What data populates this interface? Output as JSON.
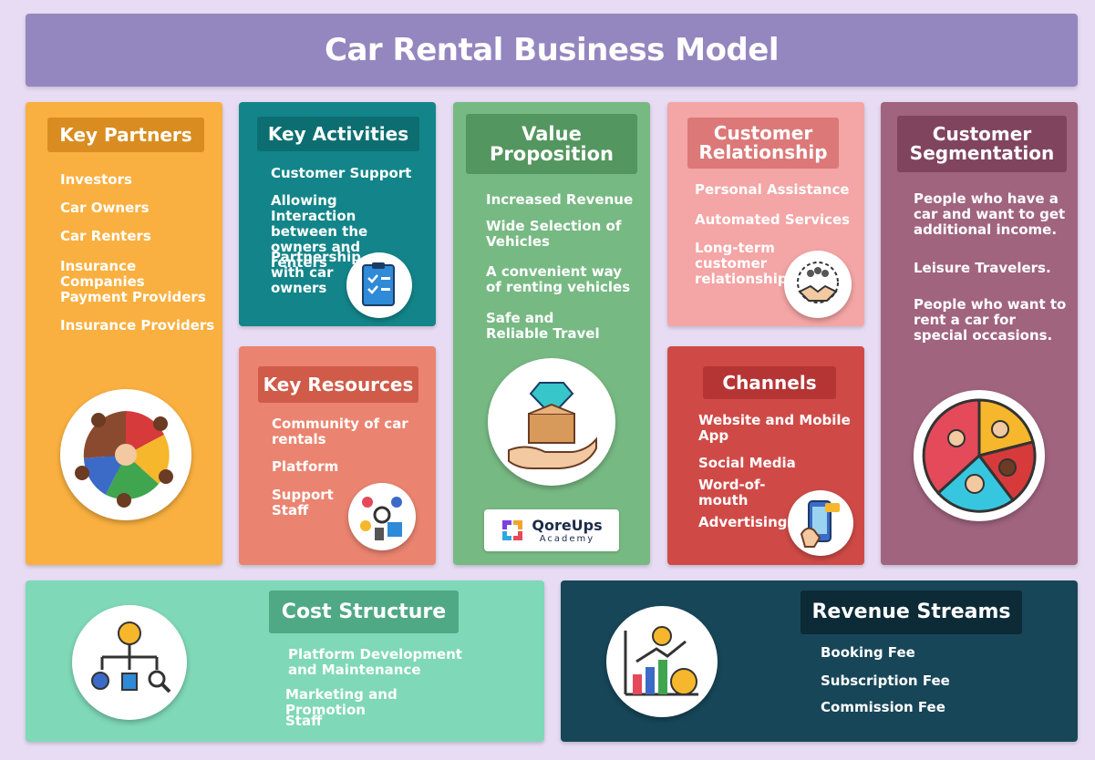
{
  "title": "Car Rental Business Model",
  "colors": {
    "background": "#e7dcf3",
    "key_partners": "#f9b040",
    "key_activities": "#13858a",
    "key_resources": "#ea8470",
    "value_proposition": "#77b983",
    "customer_relationship": "#f4a5a5",
    "channels": "#cf4a47",
    "customer_segmentation": "#a0647f",
    "cost_structure": "#7fd8b8",
    "revenue_streams": "#174658"
  },
  "key_partners": {
    "title": "Key Partners",
    "items": [
      "Investors",
      "Car Owners",
      "Car Renters",
      "Insurance Companies",
      "Payment Providers",
      "Insurance Providers"
    ],
    "icon": "teamwork-hands-icon"
  },
  "key_activities": {
    "title": "Key Activities",
    "items": [
      "Customer Support",
      "Allowing Interaction between the owners and renters",
      "Partnership with car owners"
    ],
    "icon": "checklist-icon"
  },
  "key_resources": {
    "title": "Key Resources",
    "items": [
      "Community of car rentals",
      "Platform",
      "Support Staff"
    ],
    "icon": "resources-icon"
  },
  "value_proposition": {
    "title": "Value Proposition",
    "items": [
      "Increased Revenue",
      "Wide Selection of Vehicles",
      "A convenient way of renting vehicles",
      "Safe and Reliable Travel"
    ],
    "icon": "diamond-box-hand-icon"
  },
  "logo": {
    "name": "QoreUps",
    "sub": "Academy"
  },
  "customer_relationship": {
    "title": "Customer Relationship",
    "items": [
      "Personal Assistance",
      "Automated Services",
      "Long-term customer relationship"
    ],
    "icon": "handshake-icon"
  },
  "channels": {
    "title": "Channels",
    "items": [
      "Website and Mobile App",
      "Social Media",
      "Word-of-mouth",
      "Advertising"
    ],
    "icon": "mobile-app-icon"
  },
  "customer_segmentation": {
    "title": "Customer Segmentation",
    "items": [
      "People who have a car and want to get additional income.",
      "Leisure Travelers.",
      "People who want to rent a car for special occasions."
    ],
    "icon": "segmentation-pie-icon"
  },
  "cost_structure": {
    "title": "Cost Structure",
    "items": [
      "Platform Development and Maintenance",
      "Marketing and Promotion",
      "Staff"
    ],
    "icon": "cost-hierarchy-icon"
  },
  "revenue_streams": {
    "title": "Revenue Streams",
    "items": [
      "Booking Fee",
      "Subscription Fee",
      "Commission Fee"
    ],
    "icon": "revenue-growth-icon"
  }
}
